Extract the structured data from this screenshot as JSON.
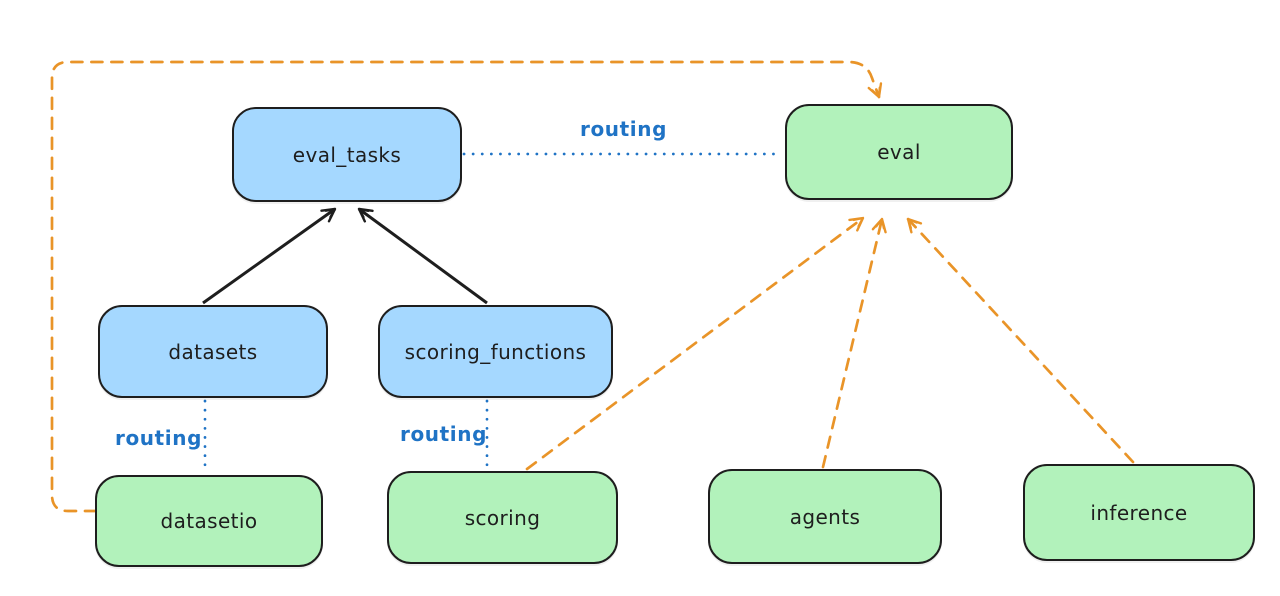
{
  "diagram": {
    "background": "#ffffff",
    "colors": {
      "node_stroke": "#1e1e1e",
      "blue_node_fill": "#a5d8ff",
      "green_node_fill": "#b2f2bb",
      "routing_blue": "#1f73c5",
      "orange_dashed": "#e99428",
      "black_arrow": "#1e1e1e"
    },
    "nodes": {
      "eval_tasks": {
        "label": "eval_tasks",
        "fill": "blue"
      },
      "eval": {
        "label": "eval",
        "fill": "green"
      },
      "datasets": {
        "label": "datasets",
        "fill": "blue"
      },
      "scoring_functions": {
        "label": "scoring_functions",
        "fill": "blue"
      },
      "datasetio": {
        "label": "datasetio",
        "fill": "green"
      },
      "scoring": {
        "label": "scoring",
        "fill": "green"
      },
      "agents": {
        "label": "agents",
        "fill": "green"
      },
      "inference": {
        "label": "inference",
        "fill": "green"
      }
    },
    "connections": [
      {
        "from": "datasets",
        "to": "eval_tasks",
        "style": "solid-black-arrow"
      },
      {
        "from": "scoring_functions",
        "to": "eval_tasks",
        "style": "solid-black-arrow"
      },
      {
        "from": "eval_tasks",
        "to": "eval",
        "style": "dotted-blue-line",
        "label": "routing"
      },
      {
        "from": "datasets",
        "to": "datasetio",
        "style": "dotted-blue-line",
        "label": "routing"
      },
      {
        "from": "scoring_functions",
        "to": "scoring",
        "style": "dotted-blue-line",
        "label": "routing"
      },
      {
        "from": "datasetio",
        "to": "eval",
        "style": "dashed-orange-arrow"
      },
      {
        "from": "scoring",
        "to": "eval",
        "style": "dashed-orange-arrow"
      },
      {
        "from": "agents",
        "to": "eval",
        "style": "dashed-orange-arrow"
      },
      {
        "from": "inference",
        "to": "eval",
        "style": "dashed-orange-arrow"
      }
    ]
  }
}
